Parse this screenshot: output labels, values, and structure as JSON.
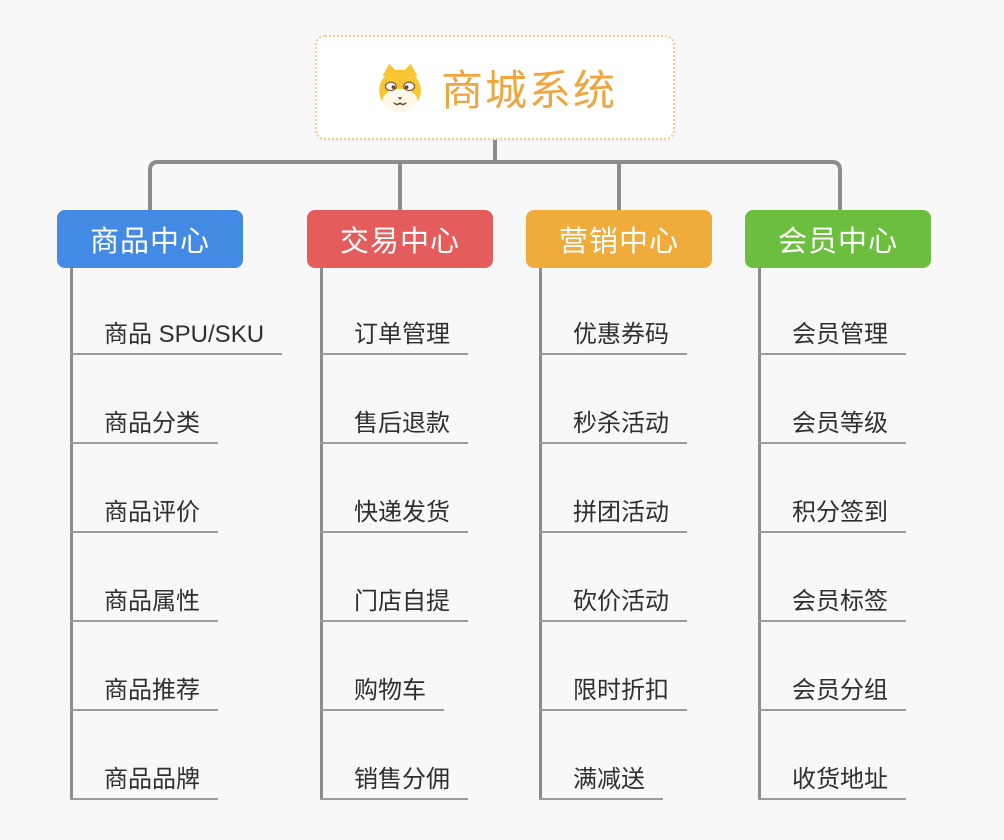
{
  "root": {
    "title": "商城系统",
    "icon": "dog-face-icon"
  },
  "branches": [
    {
      "label": "商品中心",
      "color": "#438AE5",
      "children": [
        "商品 SPU/SKU",
        "商品分类",
        "商品评价",
        "商品属性",
        "商品推荐",
        "商品品牌"
      ]
    },
    {
      "label": "交易中心",
      "color": "#E55C5C",
      "children": [
        "订单管理",
        "售后退款",
        "快递发货",
        "门店自提",
        "购物车",
        "销售分佣"
      ]
    },
    {
      "label": "营销中心",
      "color": "#EFAC3B",
      "children": [
        "优惠券码",
        "秒杀活动",
        "拼团活动",
        "砍价活动",
        "限时折扣",
        "满减送"
      ]
    },
    {
      "label": "会员中心",
      "color": "#6CBE3E",
      "children": [
        "会员管理",
        "会员等级",
        "积分签到",
        "会员标签",
        "会员分组",
        "收货地址"
      ]
    }
  ],
  "colors": {
    "background": "#F8F8F8",
    "connector": "#8C8C8C",
    "leaf_underline": "#9C9C9C",
    "root_border": "#F5C98B",
    "root_title": "#F0A53E"
  }
}
